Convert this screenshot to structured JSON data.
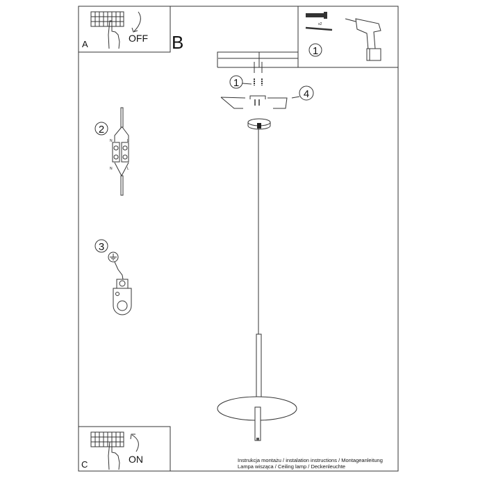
{
  "panels": {
    "a": {
      "letter": "A",
      "action": "OFF"
    },
    "b": {
      "letter": "B"
    },
    "c": {
      "letter": "C",
      "action": "ON"
    },
    "tools": {
      "step": "1",
      "quantity": "x2"
    }
  },
  "steps": {
    "mount_screws": "1",
    "bracket": "4",
    "wiring": "2",
    "ground": "3"
  },
  "wiring_labels": {
    "neutral": "N",
    "live": "L"
  },
  "footer": {
    "line1": "Instrukcja montażu / instalation instructions / Montageanleitung",
    "line2": "Lampa wisząca / Ceiling lamp / Deckenleuchte"
  }
}
